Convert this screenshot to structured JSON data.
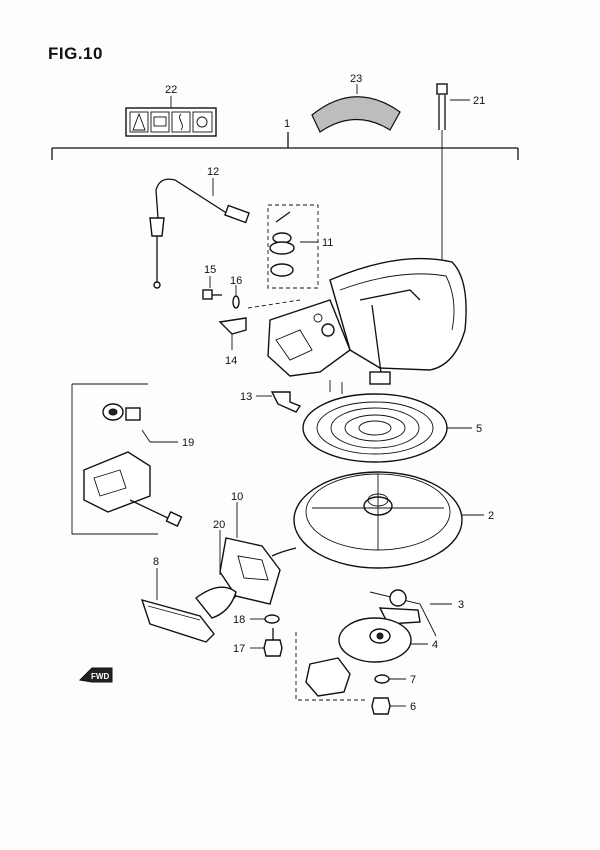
{
  "figure": {
    "title": "FIG.10",
    "fwd_label": "FWD"
  },
  "callouts": [
    {
      "id": "c1",
      "label": "1"
    },
    {
      "id": "c2",
      "label": "2"
    },
    {
      "id": "c3",
      "label": "3"
    },
    {
      "id": "c4",
      "label": "4"
    },
    {
      "id": "c5",
      "label": "5"
    },
    {
      "id": "c6",
      "label": "6"
    },
    {
      "id": "c7",
      "label": "7"
    },
    {
      "id": "c8",
      "label": "8"
    },
    {
      "id": "c10",
      "label": "10"
    },
    {
      "id": "c11",
      "label": "11"
    },
    {
      "id": "c12",
      "label": "12"
    },
    {
      "id": "c13",
      "label": "13"
    },
    {
      "id": "c14",
      "label": "14"
    },
    {
      "id": "c15",
      "label": "15"
    },
    {
      "id": "c16",
      "label": "16"
    },
    {
      "id": "c17",
      "label": "17"
    },
    {
      "id": "c18",
      "label": "18"
    },
    {
      "id": "c19",
      "label": "19"
    },
    {
      "id": "c20",
      "label": "20"
    },
    {
      "id": "c21",
      "label": "21"
    },
    {
      "id": "c22",
      "label": "22"
    },
    {
      "id": "c23",
      "label": "23"
    }
  ]
}
